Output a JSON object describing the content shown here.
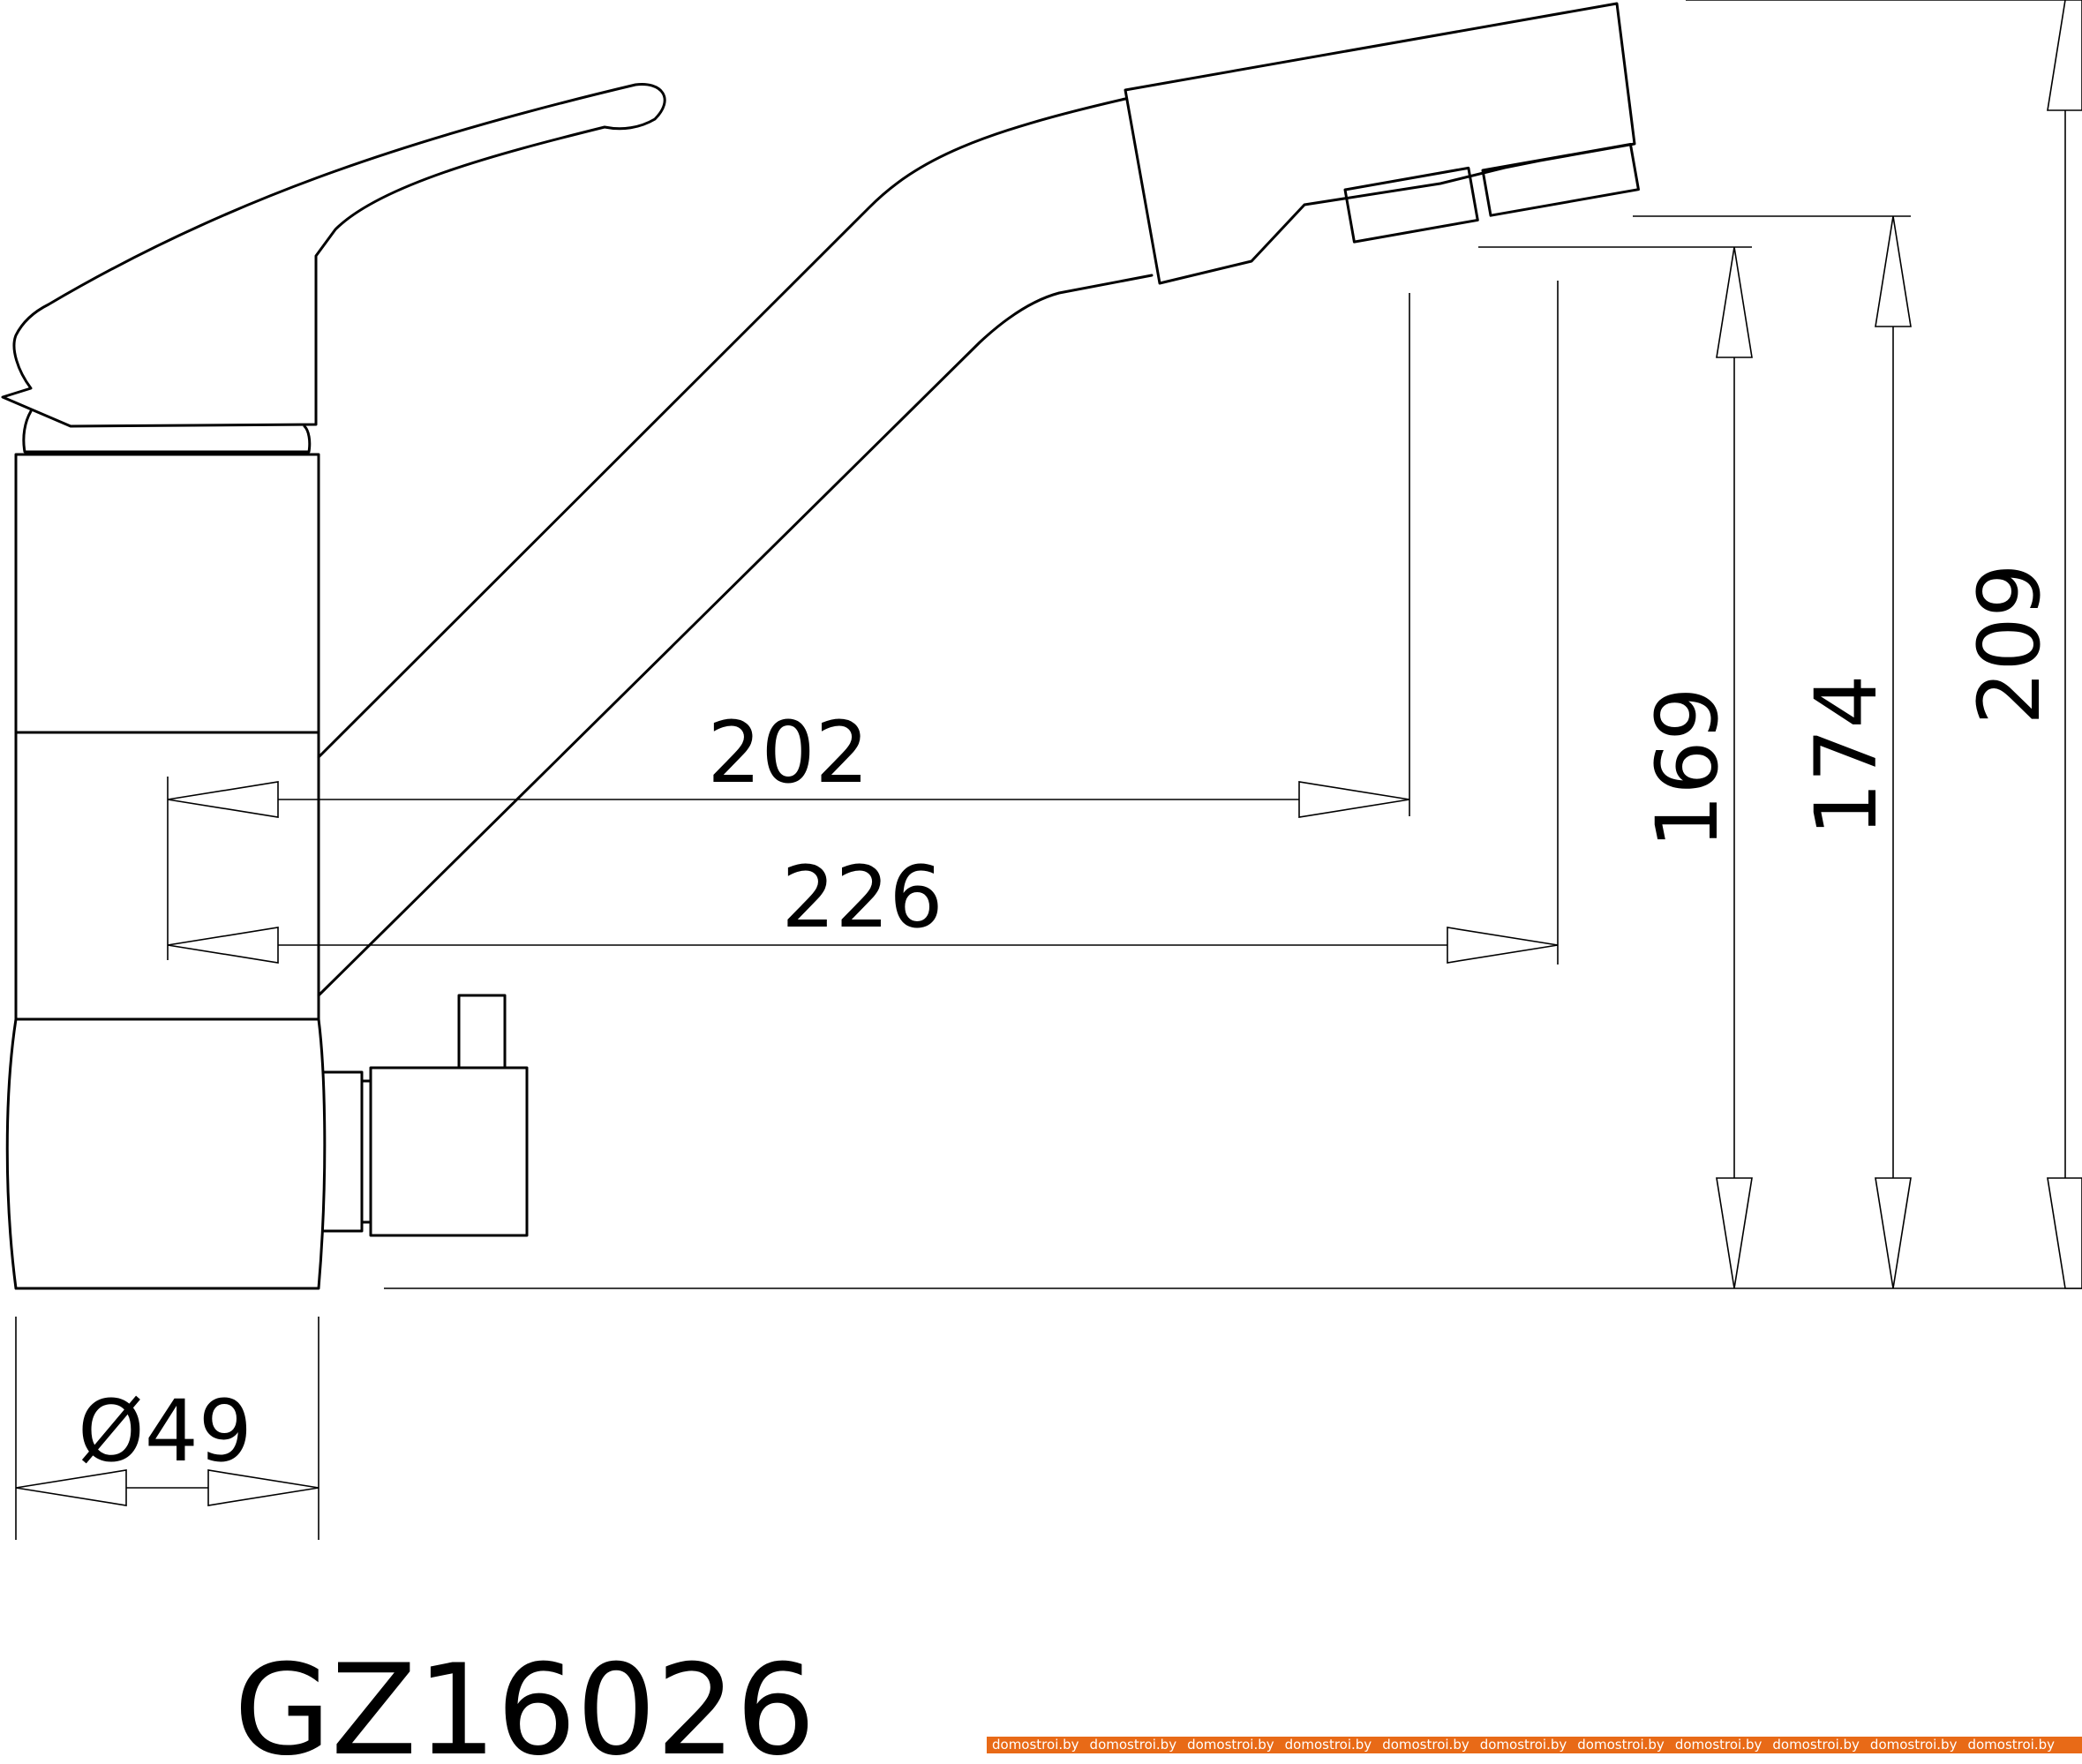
{
  "drawing": {
    "model": "GZ16026",
    "dimensions": {
      "reach_spout": "202",
      "reach_total": "226",
      "height_outlet": "169",
      "height_outlet_2": "174",
      "height_total": "209",
      "base_diameter": "Ø49"
    }
  },
  "watermark": {
    "text": "domostroi.by",
    "color": "#e86a17"
  }
}
